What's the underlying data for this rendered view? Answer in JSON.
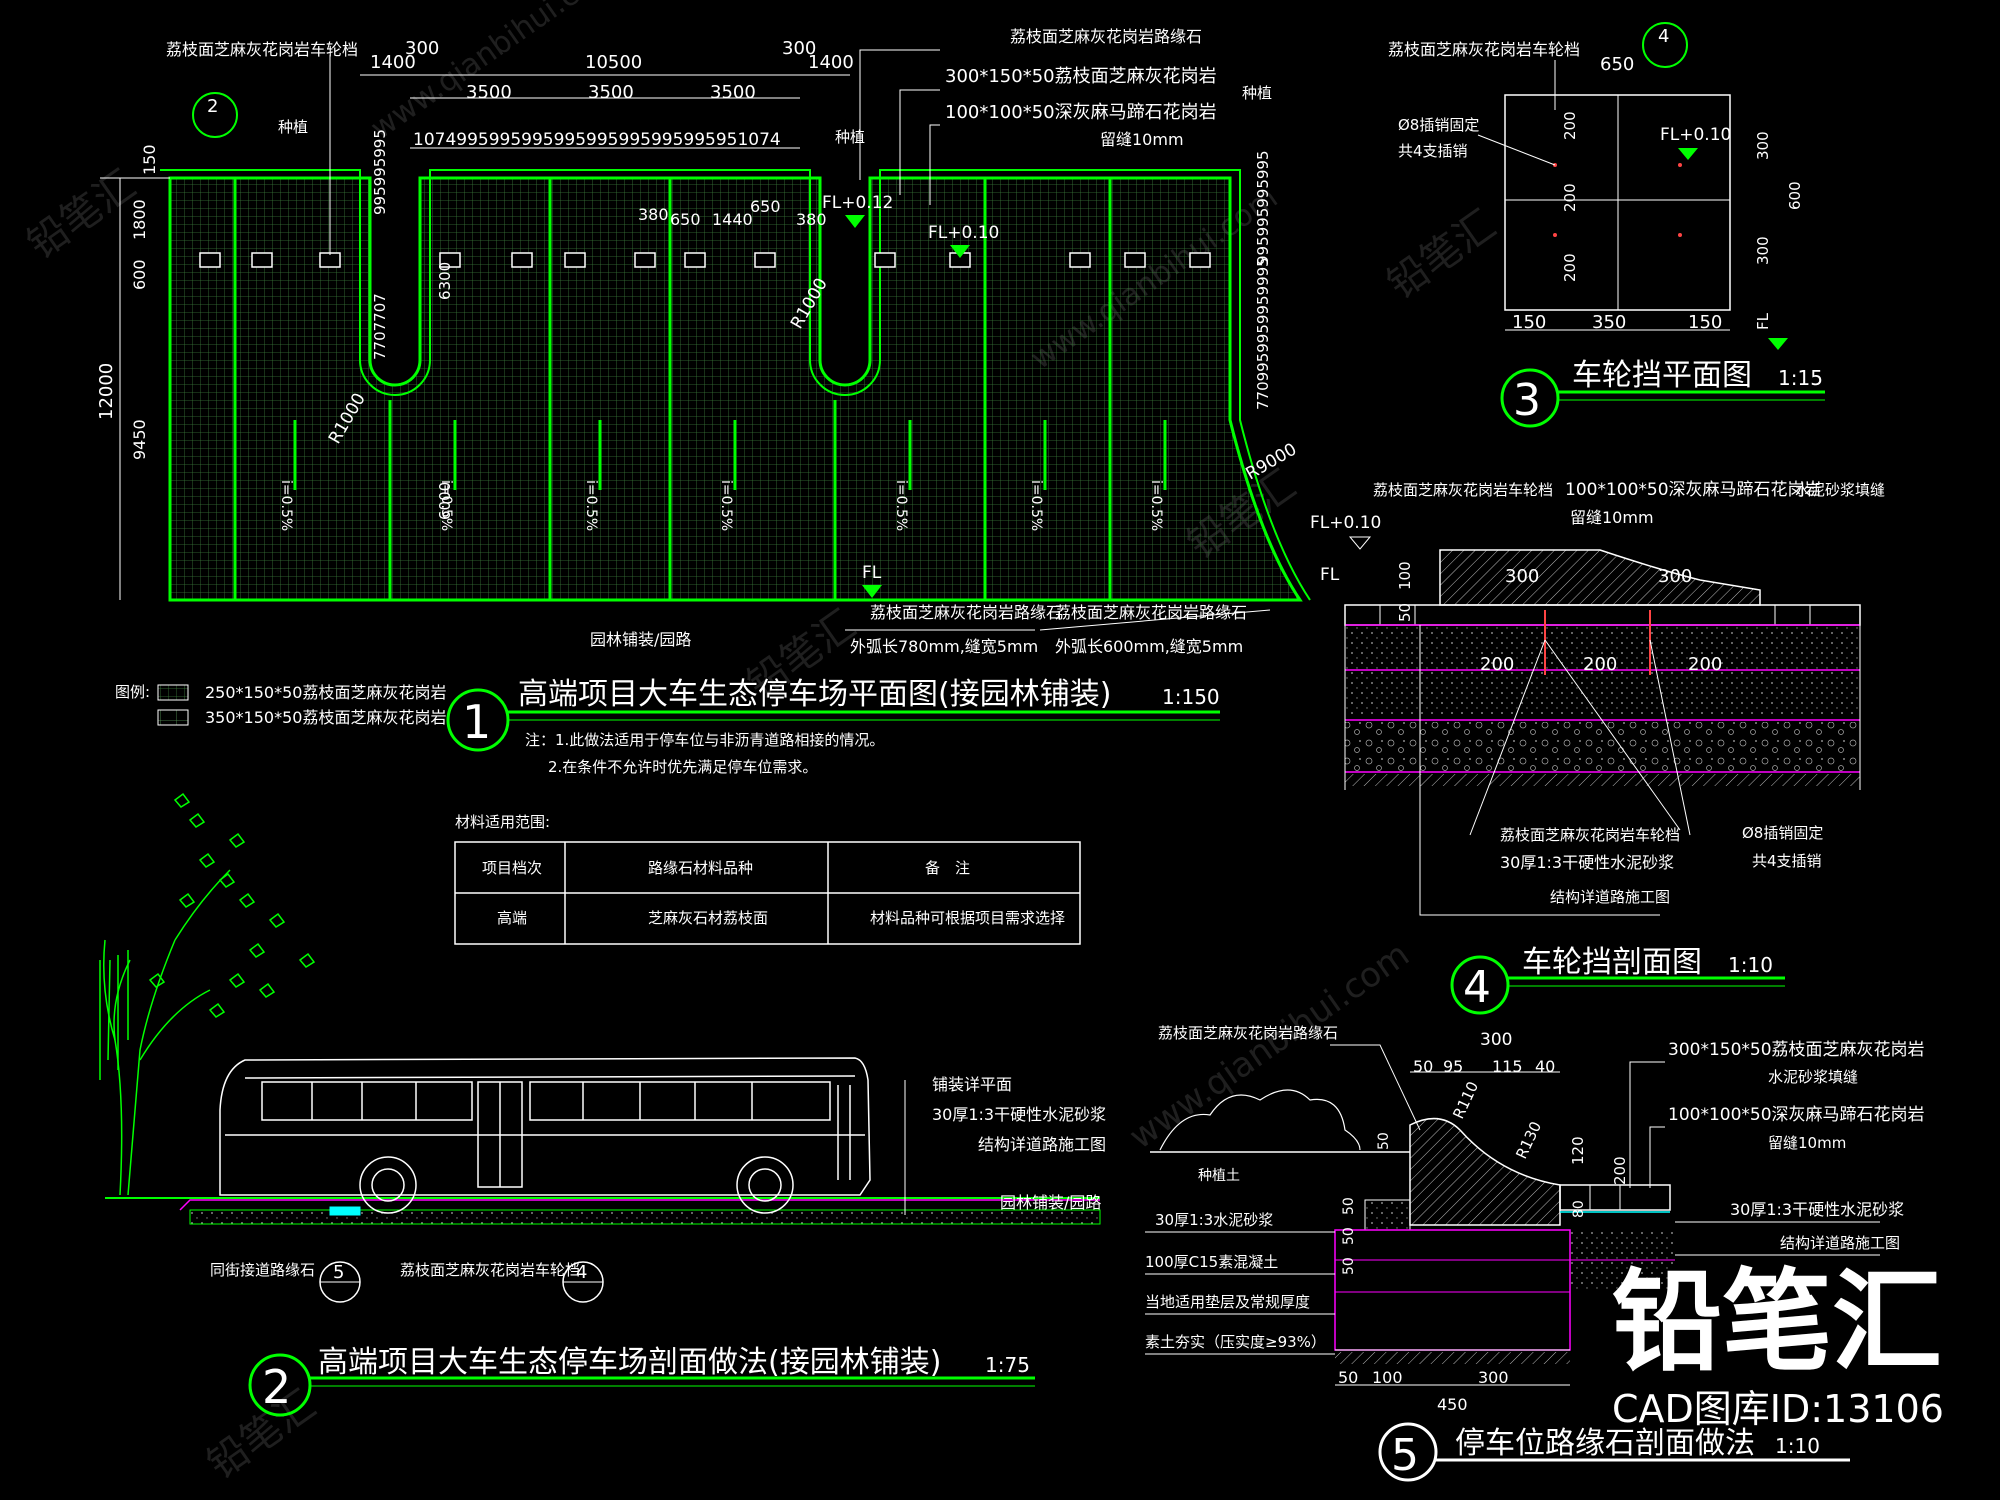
{
  "title_block": {
    "brand": "铅笔汇",
    "id_label": "CAD图库ID:13106"
  },
  "watermark": {
    "brand": "铅笔汇",
    "url": "www.qianbihui.com"
  },
  "drawing1": {
    "number": "1",
    "title": "高端项目大车生态停车场平面图(接园林铺装)",
    "scale": "1:150",
    "notes": [
      "注：1.此做法适用于停车位与非沥青道路相接的情况。",
      "2.在条件不允许时优先满足停车位需求。"
    ],
    "legend_label": "图例:",
    "legend": [
      "250*150*50荔枝面芝麻灰花岗岩",
      "350*150*50荔枝面芝麻灰花岗岩"
    ],
    "callouts": {
      "wheel_stop": "荔枝面芝麻灰花岗岩车轮档",
      "curb": "荔枝面芝麻灰花岗岩路缘石",
      "stone1": "300*150*50荔枝面芝麻灰花岗岩",
      "stone2": "100*100*50深灰麻马蹄石花岗岩",
      "gap": "留缝10mm",
      "planting": "种植",
      "garden": "园林铺装/园路",
      "arc1": "外弧长780mm,缝宽5mm",
      "arc2": "外弧长600mm,缝宽5mm",
      "fl1": "FL+0.12",
      "fl2": "FL+0.10",
      "fl3": "FL",
      "r1": "R1000",
      "r2": "R1000",
      "r3": "R9000",
      "slope": "i=0.5%"
    },
    "dims_top": [
      "1400",
      "300",
      "10500",
      "300",
      "1400"
    ],
    "dims_top2": [
      "3500",
      "3500",
      "3500"
    ],
    "dims_top3": "1074995995995995995995995995951074",
    "dims_left": [
      "150",
      "1800",
      "600",
      "12000",
      "9450"
    ],
    "dims_mid": [
      "380",
      "650",
      "1440",
      "650",
      "380"
    ],
    "dims_vert": [
      "7707707",
      "995995995",
      "6300",
      "6000"
    ],
    "dims_right": [
      "995995995995",
      "7709959959959995"
    ]
  },
  "drawing2": {
    "number": "2",
    "title": "高端项目大车生态停车场剖面做法(接园林铺装)",
    "scale": "1:75",
    "callouts": [
      "铺装详平面",
      "30厚1:3干硬性水泥砂浆",
      "结构详道路施工图",
      "园林铺装/园路"
    ],
    "bottom_callouts": [
      "同街接道路缘石",
      "荔枝面芝麻灰花岗岩车轮档"
    ],
    "ref5": "5",
    "ref4": "4"
  },
  "drawing3": {
    "number": "3",
    "title": "车轮挡平面图",
    "scale": "1:15",
    "callouts": [
      "荔枝面芝麻灰花岗岩车轮档",
      "Ø8插销固定",
      "共4支插销"
    ],
    "fl1": "FL+0.10",
    "fl2": "FL",
    "dims_top": "650",
    "dims_left": [
      "200",
      "200",
      "200"
    ],
    "dims_right": [
      "300",
      "600",
      "300"
    ],
    "dims_bottom": [
      "150",
      "350",
      "150"
    ]
  },
  "drawing4": {
    "number": "4",
    "title": "车轮挡剖面图",
    "scale": "1:10",
    "callouts_top": [
      "荔枝面芝麻灰花岗岩车轮档",
      "100*100*50深灰麻马蹄石花岗岩",
      "水泥砂浆填缝",
      "留缝10mm"
    ],
    "callouts_bottom": [
      "荔枝面芝麻灰花岗岩车轮档",
      "30厚1:3干硬性水泥砂浆",
      "结构详道路施工图",
      "Ø8插销固定",
      "共4支插销"
    ],
    "fl1": "FL+0.10",
    "fl2": "FL",
    "dims": [
      "300",
      "300",
      "200",
      "200",
      "200",
      "100",
      "50"
    ]
  },
  "drawing5": {
    "number": "5",
    "title": "停车位路缘石剖面做法",
    "scale": "1:10",
    "callouts_left": [
      "荔枝面芝麻灰花岗岩路缘石",
      "种植土",
      "30厚1:3水泥砂浆",
      "100厚C15素混凝土",
      "当地适用垫层及常规厚度",
      "素土夯实（压实度≥93%）"
    ],
    "callouts_right": [
      "300*150*50荔枝面芝麻灰花岗岩",
      "水泥砂浆填缝",
      "100*100*50深灰麻马蹄石花岗岩",
      "留缝10mm",
      "30厚1:3干硬性水泥砂浆",
      "结构详道路施工图"
    ],
    "dims_top": [
      "300",
      "50",
      "95",
      "115",
      "40"
    ],
    "dims_bottom": [
      "50",
      "100",
      "300",
      "450"
    ],
    "dims_side": [
      "120",
      "200",
      "80",
      "50",
      "50",
      "50",
      "50"
    ],
    "radii": [
      "R110",
      "R130"
    ]
  },
  "material_table": {
    "caption": "材料适用范围:",
    "headers": [
      "项目档次",
      "路缘石材料品种",
      "备　注"
    ],
    "rows": [
      [
        "高端",
        "芝麻灰石材荔枝面",
        "材料品种可根据项目需求选择"
      ]
    ]
  },
  "colors": {
    "background": "#000000",
    "line": "#00ff00",
    "text": "#ffffff",
    "section": "#ff00ff",
    "accent": "#00ffff"
  }
}
